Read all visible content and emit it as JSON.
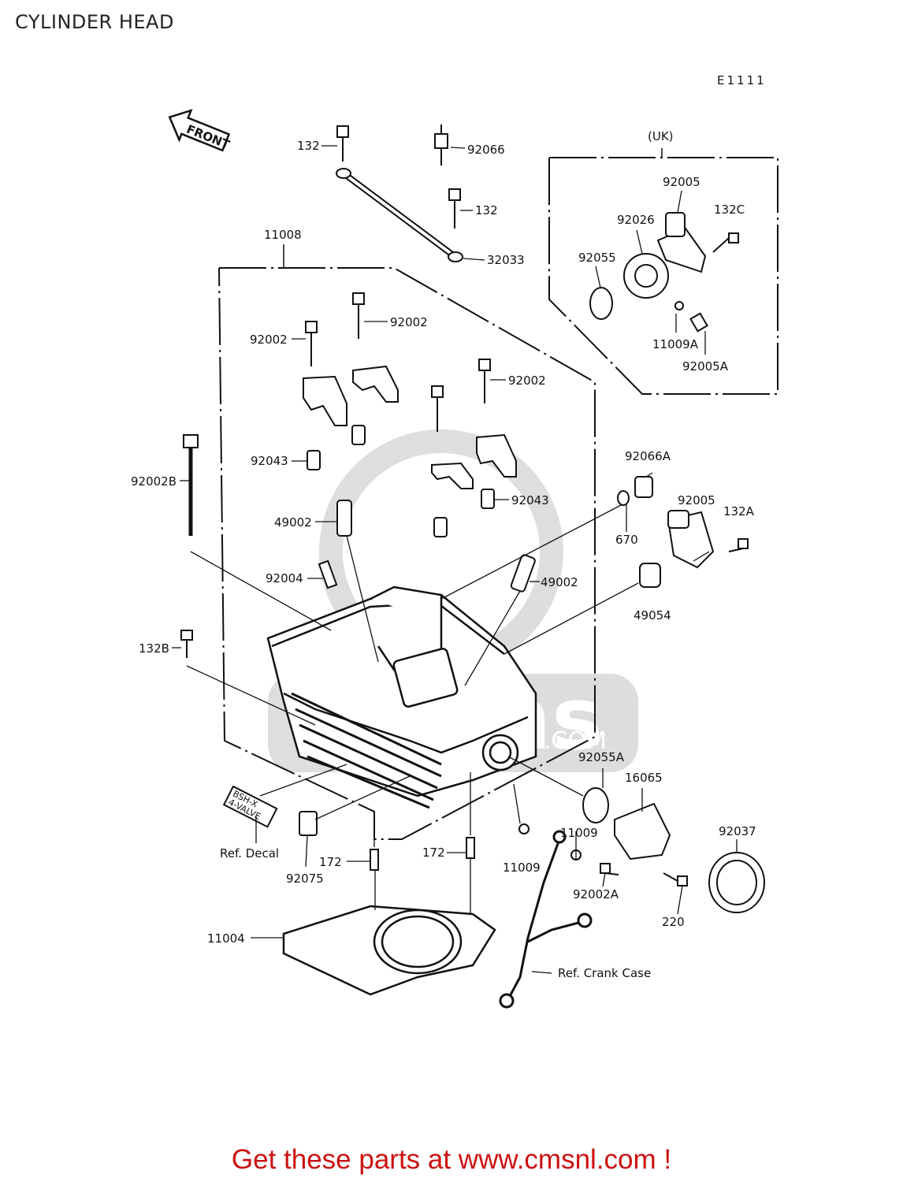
{
  "title": "CYLINDER HEAD",
  "diagram_code": "E1111",
  "front_label": "FRONT",
  "uk_label": "(UK)",
  "decal_text": [
    "BSH-X",
    "4-VALVE"
  ],
  "watermark": "cms",
  "watermark_sub": ".COM",
  "parts": [
    "132",
    "92066",
    "132",
    "32033",
    "11008",
    "92002",
    "92002",
    "92002",
    "92043",
    "92043",
    "92002B",
    "49002",
    "92004",
    "49002",
    "132B",
    "92005",
    "92026",
    "132C",
    "92055",
    "11009A",
    "92005A",
    "92066A",
    "92005",
    "132A",
    "670",
    "49054",
    "92055A",
    "16065",
    "92037",
    "11009",
    "11009",
    "92002A",
    "220",
    "172",
    "172",
    "11004",
    "Ref. Decal",
    "92075",
    "Ref. Crank Case"
  ],
  "footer": "Get these parts at www.cmsnl.com !"
}
